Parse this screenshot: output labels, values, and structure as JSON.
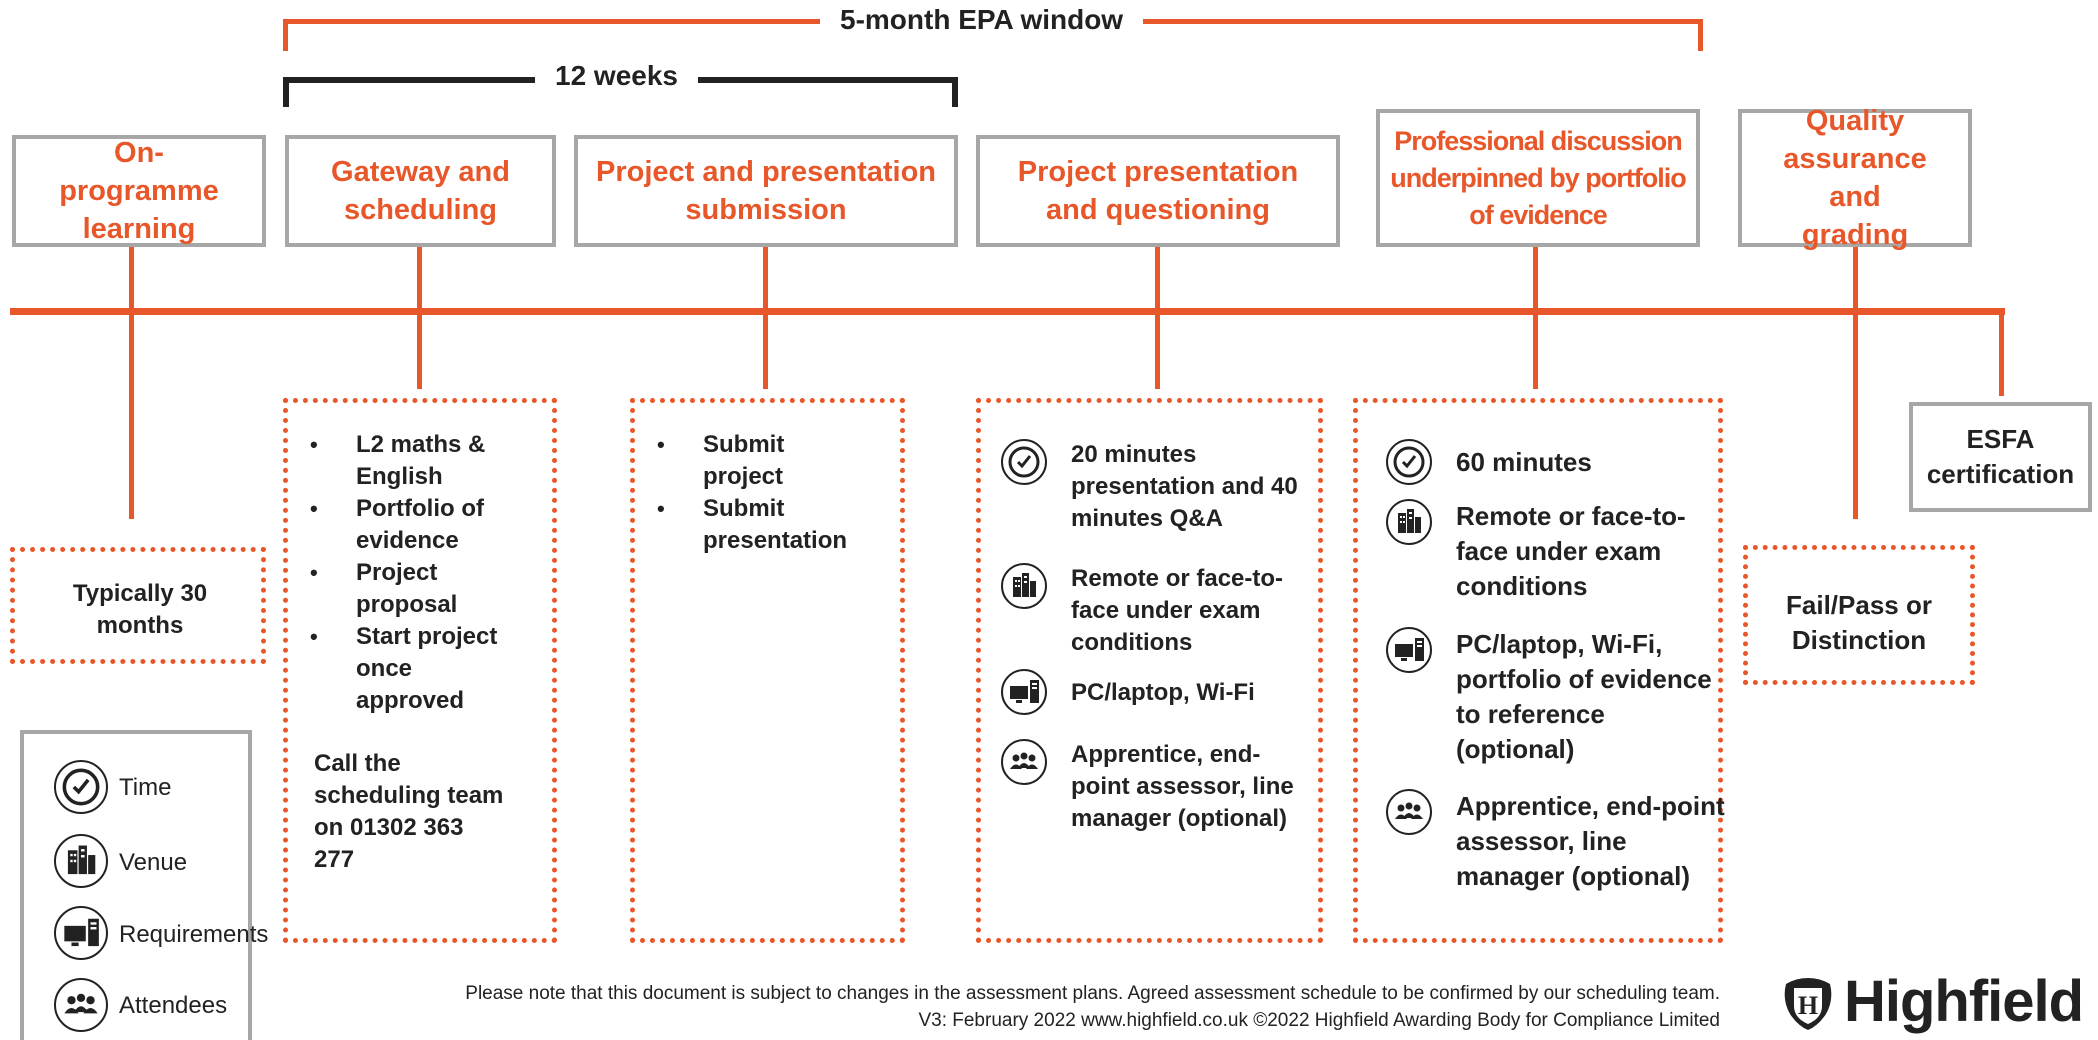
{
  "brackets": {
    "epa_window": "5-month EPA window",
    "weeks": "12 weeks"
  },
  "stages": [
    {
      "title": "On-programme learning"
    },
    {
      "title": "Gateway and scheduling"
    },
    {
      "title": "Project and presentation submission"
    },
    {
      "title": "Project presentation and questioning"
    },
    {
      "title": "Professional discussion underpinned by portfolio of evidence"
    },
    {
      "title": "Quality assurance and grading"
    }
  ],
  "on_programme": {
    "duration": "Typically 30 months"
  },
  "gateway": {
    "items": [
      "L2 maths & English",
      "Portfolio of evidence",
      "Project proposal",
      "Start project once approved"
    ],
    "call_text": "Call the scheduling team on 01302 363 277"
  },
  "submission": {
    "items": [
      "Submit project",
      "Submit presentation"
    ]
  },
  "presentation": {
    "time": "20 minutes presentation and 40 minutes Q&A",
    "venue": "Remote or face-to-face under exam conditions",
    "requirements": "PC/laptop, Wi-Fi",
    "attendees": "Apprentice, end-point assessor, line manager (optional)"
  },
  "discussion": {
    "time": "60 minutes",
    "venue": "Remote or face-to-face under exam conditions",
    "requirements": "PC/laptop, Wi-Fi, portfolio of evidence to reference (optional)",
    "attendees": "Apprentice, end-point assessor, line manager (optional)"
  },
  "grading": {
    "grades": "Fail/Pass or Distinction"
  },
  "esfa": {
    "label": "ESFA certification"
  },
  "legend": {
    "time": "Time",
    "venue": "Venue",
    "requirements": "Requirements",
    "attendees": "Attendees"
  },
  "footer": {
    "line1": "Please note that this document is subject to changes in the assessment plans.  Agreed assessment schedule to be confirmed by our scheduling team.",
    "line2": "V3: February 2022   www.highfield.co.uk   ©2022 Highfield Awarding Body for Compliance Limited"
  },
  "logo": {
    "text": "Highfield",
    "crest_letter": "H"
  },
  "colors": {
    "accent": "#e8572a",
    "box_border": "#a7a7a7",
    "text": "#222222"
  },
  "icons": [
    "clock-icon",
    "building-icon",
    "computer-icon",
    "people-icon"
  ]
}
